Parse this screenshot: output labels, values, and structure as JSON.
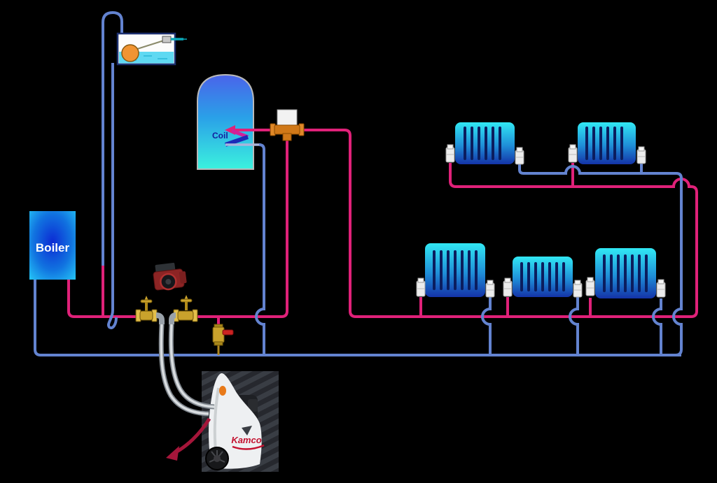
{
  "diagram": {
    "labels": {
      "boiler": "Boiler",
      "coil": "Coil",
      "kamco": "Kamco"
    },
    "colors": {
      "background": "#000000",
      "flow_pipe": "#e02179",
      "return_pipe": "#6383d0",
      "coil_return_pale": "#a8b4dc",
      "coil_primary": "#1b2bb8",
      "brass": "#c9a22c",
      "valve_actuator_white": "#f2f2f2",
      "motorised_valve_body": "#d07818",
      "drain_lever_red": "#cc2222",
      "radiator_top": "#31e8f4",
      "radiator_bottom": "#1433a8",
      "radiator_fin": "#0b1d5e",
      "boiler_center": "#0c2bd4",
      "boiler_edge": "#25c8f6",
      "cylinder_top": "#4a63ea",
      "cylinder_bottom": "#3bf2de",
      "tank_water": "#5fd9f2",
      "float_ball": "#f09433",
      "float_valve_teal": "#0aa8b8",
      "hose_grey": "#d9dde0",
      "pump_red": "#8c2424",
      "arrow_red": "#a5163a",
      "logo_red": "#c41230",
      "photo_bg": "#2b2e33"
    },
    "components": {
      "tank": "feed-and-expansion-tank",
      "cylinder": "hot-water-cylinder",
      "boiler": "boiler",
      "pump": "circulating-pump-removed",
      "isolating_valves": "gate-valves-at-pump-position",
      "diverter_valve": "three-port-motorised-valve",
      "drain_valve": "drain-cock",
      "radiators_upstairs": 2,
      "radiators_downstairs": 3,
      "flushing_machine": "kamco-power-flushing-machine",
      "hoses": "flushing-hoses"
    }
  }
}
